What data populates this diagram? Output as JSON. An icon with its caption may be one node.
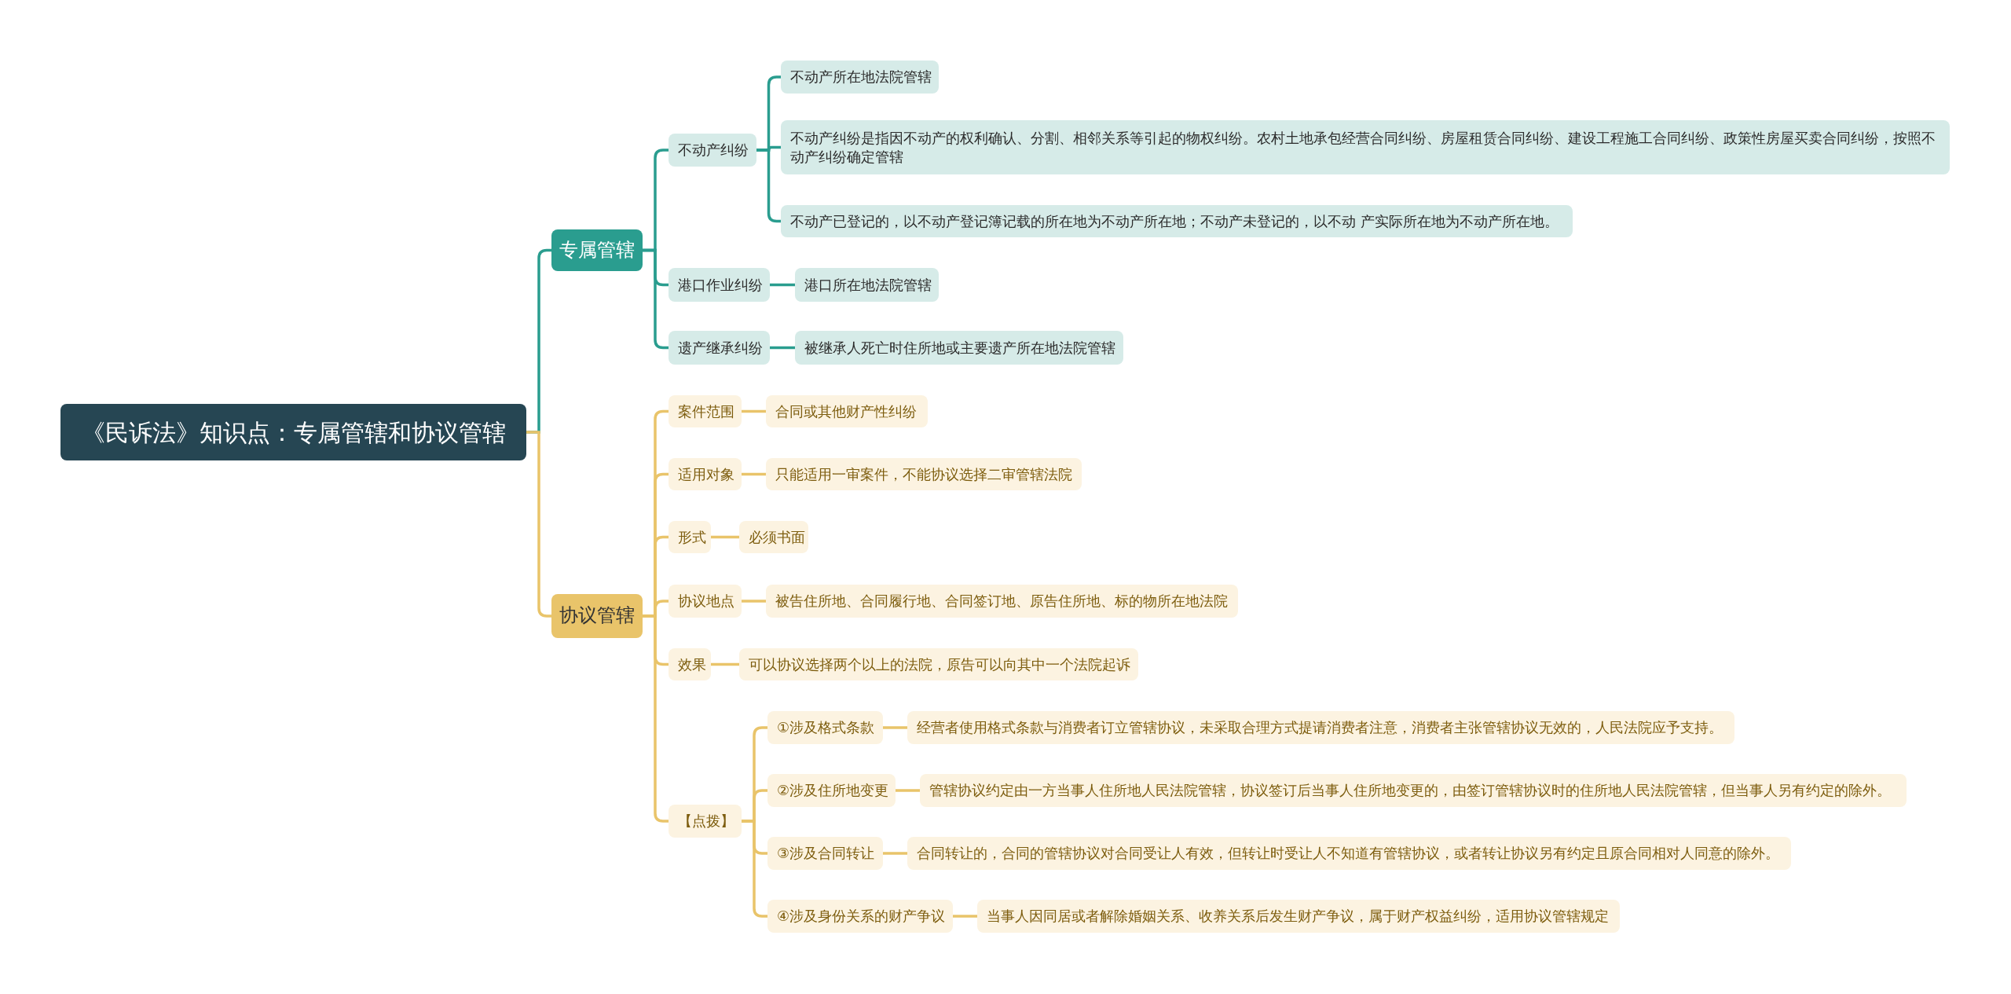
{
  "diagram": {
    "nodes": [
      {
        "text": [
          "《民诉法》知识点：专属管辖和协议管辖"
        ]
      },
      {
        "text": [
          "专属管辖"
        ]
      },
      {
        "text": [
          "不动产纠纷"
        ]
      },
      {
        "text": [
          "不动产所在地法院管辖"
        ]
      },
      {
        "text": [
          "不动产纠纷是指因不动产的权利确认、分割、相邻关系等引起的物权纠纷。农村土地承包经营合同纠纷、房屋租赁合同纠纷、建设工程施工合同纠纷、政策性房屋买卖合同纠纷，按照不动产纠纷确定管辖"
        ]
      },
      {
        "text": [
          "不动产已登记的，以不动产登记簿记载的所在地为不动产所在地；不动产未登记的，以不动 产实际所在地为不动产所在地。"
        ]
      },
      {
        "text": [
          "港口作业纠纷"
        ]
      },
      {
        "text": [
          "港口所在地法院管辖"
        ]
      },
      {
        "text": [
          "遗产继承纠纷"
        ]
      },
      {
        "text": [
          "被继承人死亡时住所地或主要遗产所在地法院管辖"
        ]
      },
      {
        "text": [
          "协议管辖"
        ]
      },
      {
        "text": [
          "案件范围"
        ]
      },
      {
        "text": [
          "合同或其他财产性纠纷"
        ]
      },
      {
        "text": [
          "适用对象"
        ]
      },
      {
        "text": [
          "只能适用一审案件，不能协议选择二审管辖法院"
        ]
      },
      {
        "text": [
          "形式"
        ]
      },
      {
        "text": [
          "必须书面"
        ]
      },
      {
        "text": [
          "协议地点"
        ]
      },
      {
        "text": [
          "被告住所地、合同履行地、合同签订地、原告住所地、标的物所在地法院"
        ]
      },
      {
        "text": [
          "效果"
        ]
      },
      {
        "text": [
          "可以协议选择两个以上的法院，原告可以向其中一个法院起诉"
        ]
      },
      {
        "text": [
          "【点拨】"
        ]
      },
      {
        "text": [
          "①涉及格式条款"
        ]
      },
      {
        "text": [
          "经营者使用格式条款与消费者订立管辖协议，未采取合理方式提请消费者注意，消费者主张管辖协议无效的，人民法院应予支持。"
        ]
      },
      {
        "text": [
          "②涉及住所地变更"
        ]
      },
      {
        "text": [
          "管辖协议约定由一方当事人住所地人民法院管辖，协议签订后当事人住所地变更的，由签订管辖协议时的住所地人民法院管辖，但当事人另有约定的除外。"
        ]
      },
      {
        "text": [
          "③涉及合同转让"
        ]
      },
      {
        "text": [
          "合同转让的，合同的管辖协议对合同受让人有效，但转让时受让人不知道有管辖协议，或者转让协议另有约定且原合同相对人同意的除外。"
        ]
      },
      {
        "text": [
          "④涉及身份关系的财产争议"
        ]
      },
      {
        "text": [
          "当事人因同居或者解除婚姻关系、收养关系后发生财产争议，属于财产权益纠纷，适用协议管辖规定"
        ]
      }
    ],
    "edges": [
      {
        "from": 0,
        "to": 1,
        "arrow": "none",
        "color": "#2a9d8f"
      },
      {
        "from": 1,
        "to": 2,
        "arrow": "none",
        "color": "#2a9d8f"
      },
      {
        "from": 2,
        "to": 3,
        "arrow": "none",
        "color": "#2a9d8f"
      },
      {
        "from": 2,
        "to": 4,
        "arrow": "none",
        "color": "#2a9d8f"
      },
      {
        "from": 2,
        "to": 5,
        "arrow": "none",
        "color": "#2a9d8f"
      },
      {
        "from": 1,
        "to": 6,
        "arrow": "none",
        "color": "#2a9d8f"
      },
      {
        "from": 6,
        "to": 7,
        "arrow": "none",
        "color": "#2a9d8f"
      },
      {
        "from": 1,
        "to": 8,
        "arrow": "none",
        "color": "#2a9d8f"
      },
      {
        "from": 8,
        "to": 9,
        "arrow": "none",
        "color": "#2a9d8f"
      },
      {
        "from": 0,
        "to": 10,
        "arrow": "none"
      },
      {
        "from": 10,
        "to": 11,
        "arrow": "none"
      },
      {
        "from": 11,
        "to": 12,
        "arrow": "none"
      },
      {
        "from": 10,
        "to": 13,
        "arrow": "none"
      },
      {
        "from": 13,
        "to": 14,
        "arrow": "none"
      },
      {
        "from": 10,
        "to": 15,
        "arrow": "none"
      },
      {
        "from": 15,
        "to": 16,
        "arrow": "none"
      },
      {
        "from": 10,
        "to": 17,
        "arrow": "none"
      },
      {
        "from": 17,
        "to": 18,
        "arrow": "none"
      },
      {
        "from": 10,
        "to": 19,
        "arrow": "none"
      },
      {
        "from": 19,
        "to": 20,
        "arrow": "none"
      },
      {
        "from": 10,
        "to": 21,
        "arrow": "none"
      },
      {
        "from": 21,
        "to": 22,
        "arrow": "none"
      },
      {
        "from": 22,
        "to": 23,
        "arrow": "none"
      },
      {
        "from": 21,
        "to": 24,
        "arrow": "none"
      },
      {
        "from": 24,
        "to": 25,
        "arrow": "none"
      },
      {
        "from": 21,
        "to": 26,
        "arrow": "none"
      },
      {
        "from": 26,
        "to": 27,
        "arrow": "none"
      },
      {
        "from": 21,
        "to": 28,
        "arrow": "none"
      },
      {
        "from": 28,
        "to": 29,
        "arrow": "none"
      }
    ]
  }
}
